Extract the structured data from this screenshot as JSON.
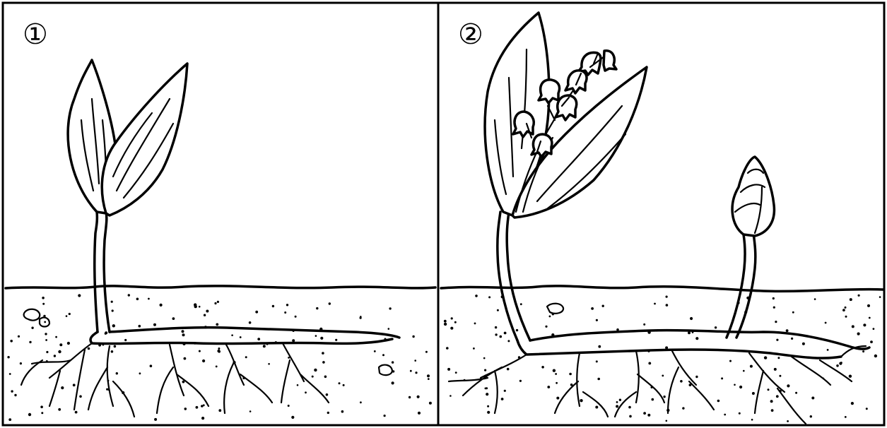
{
  "panels": [
    {
      "label": "①",
      "description_icon": "seedling-with-two-leaves"
    },
    {
      "label": "②",
      "description_icon": "lily-of-the-valley-flowering-with-new-shoot"
    }
  ],
  "colors": {
    "ink": "#000000",
    "background": "#ffffff"
  }
}
